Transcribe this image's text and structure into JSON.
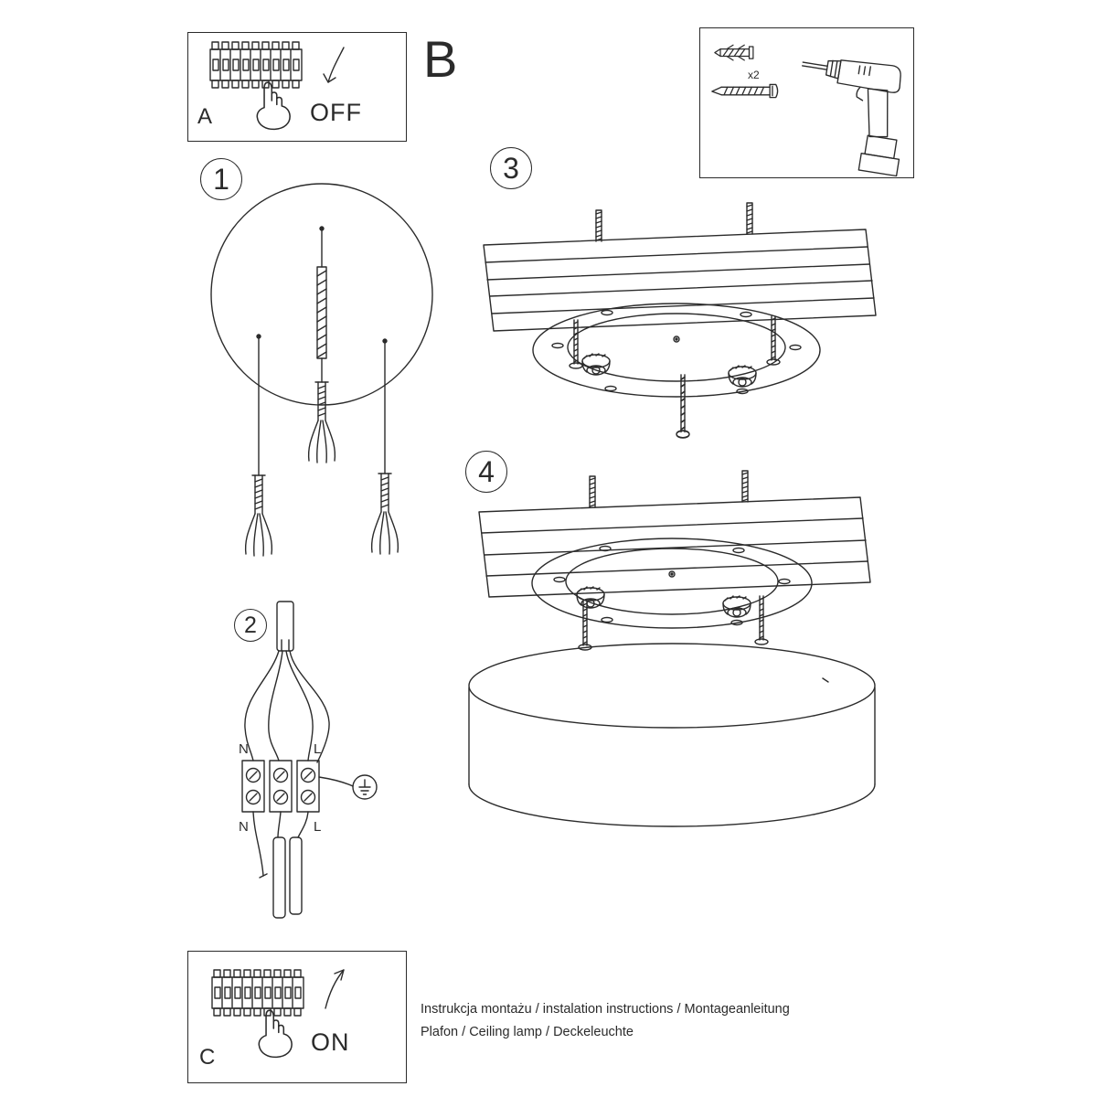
{
  "colors": {
    "ink": "#2b2b2b",
    "bg": "#ffffff"
  },
  "panel_a": {
    "label": "A",
    "action": "OFF"
  },
  "panel_c": {
    "label": "C",
    "action": "ON"
  },
  "step_b": {
    "label": "B"
  },
  "tools": {
    "anchor_qty": "x2"
  },
  "steps": {
    "step1": "1",
    "step2": "2",
    "step3": "3",
    "step4": "4"
  },
  "wiring": {
    "neutral_top": "N",
    "live_top": "L",
    "neutral_bottom": "N",
    "live_bottom": "L"
  },
  "footer": {
    "line1": "Instrukcja montażu / instalation instructions / Montageanleitung",
    "line2": "Plafon / Ceiling lamp / Deckeleuchte"
  }
}
